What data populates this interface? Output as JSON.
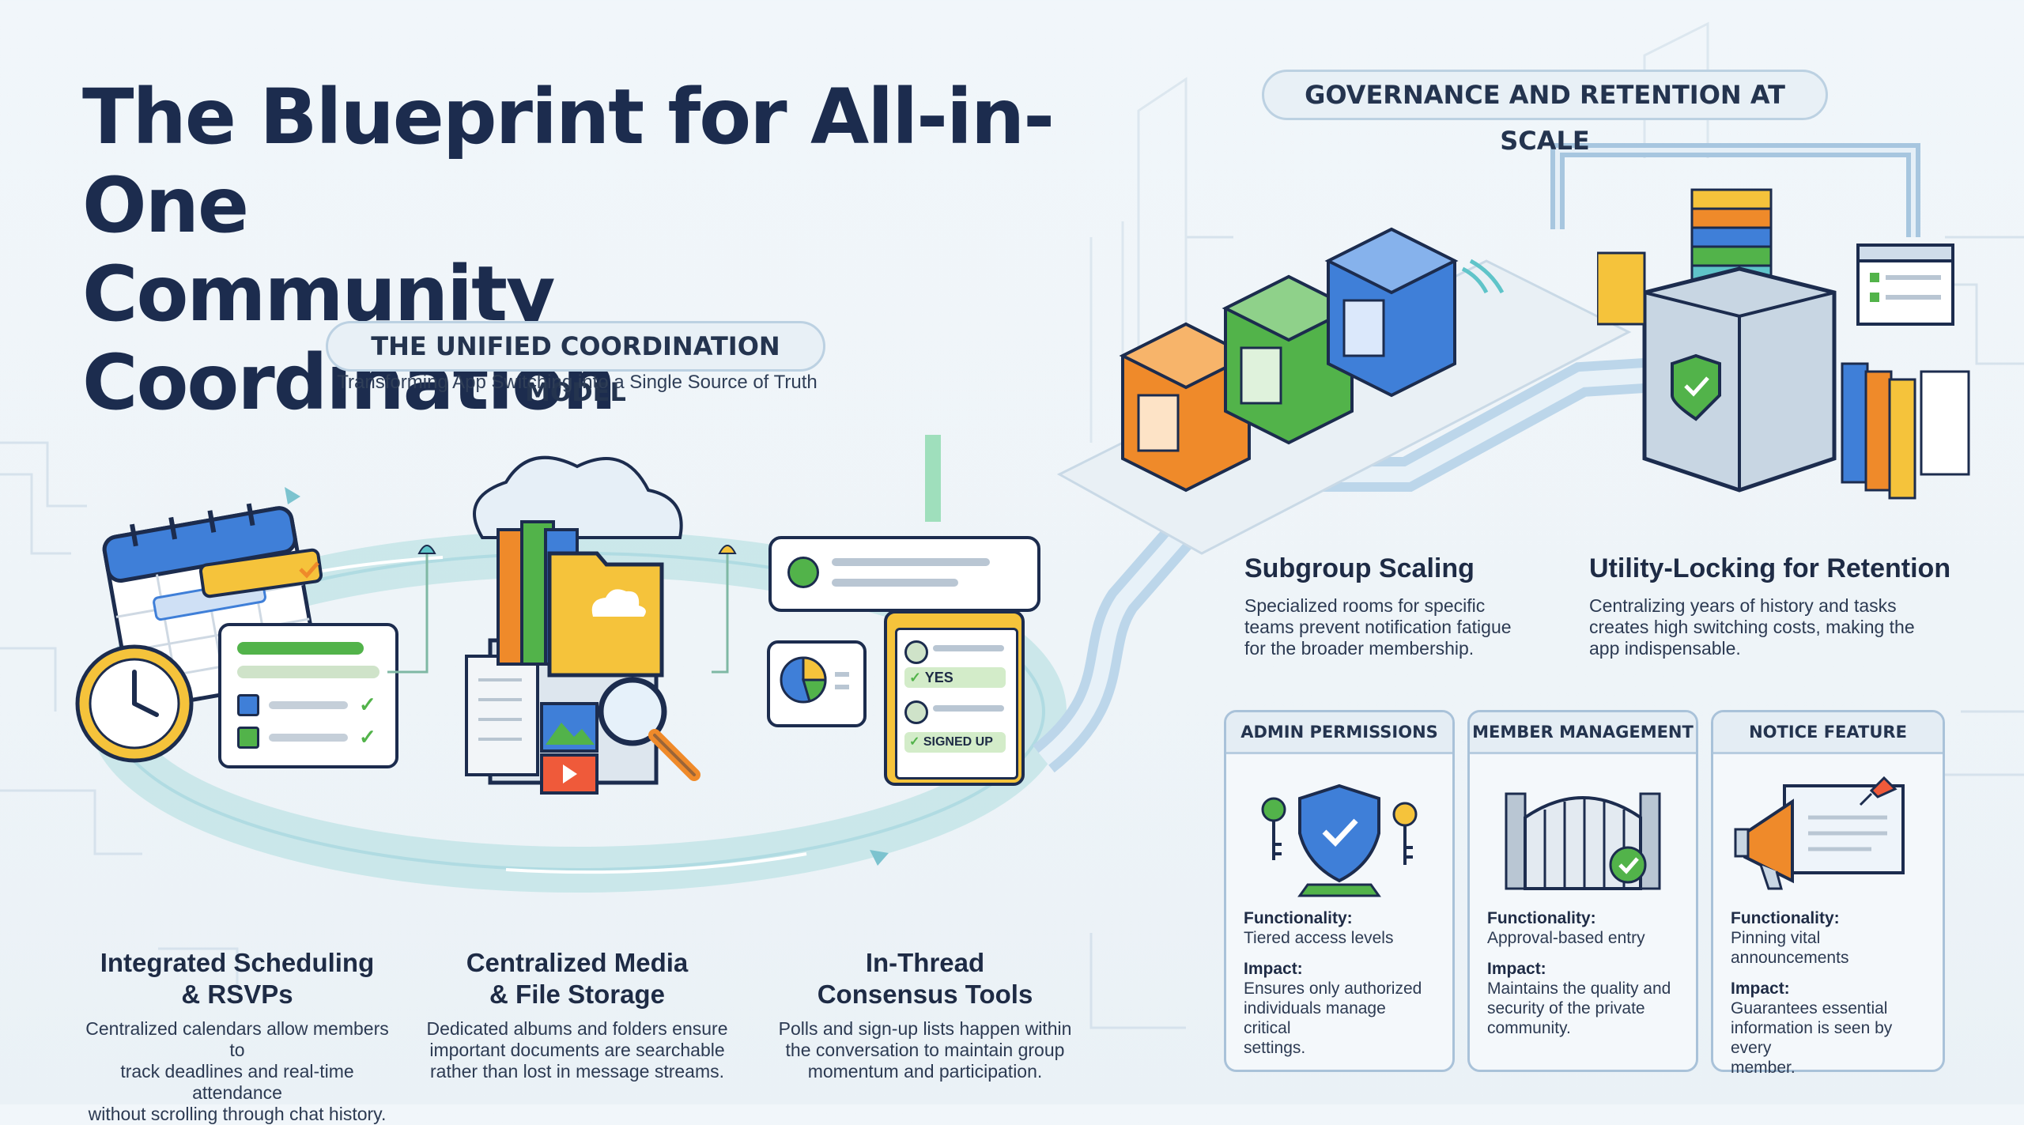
{
  "title": {
    "line1": "The Blueprint for All-in-One",
    "line2": "Community Coordination"
  },
  "unified": {
    "heading": "THE UNIFIED COORDINATION MODEL",
    "subtitle": "Transforming App Switching into a Single Source of Truth"
  },
  "poll_labels": {
    "yes": "YES",
    "signed_up": "SIGNED UP"
  },
  "features": [
    {
      "title_l1": "Integrated Scheduling",
      "title_l2": "& RSVPs",
      "desc": [
        "Centralized calendars allow members to",
        "track deadlines and real-time attendance",
        "without scrolling through chat history."
      ]
    },
    {
      "title_l1": "Centralized Media",
      "title_l2": "& File Storage",
      "desc": [
        "Dedicated albums and folders ensure",
        "important documents are searchable",
        "rather than lost in message streams."
      ]
    },
    {
      "title_l1": "In-Thread",
      "title_l2": "Consensus Tools",
      "desc": [
        "Polls and sign-up lists happen within",
        "the conversation to maintain group",
        "momentum and participation."
      ]
    }
  ],
  "governance": {
    "heading": "GOVERNANCE AND RETENTION AT SCALE",
    "subgroup": {
      "title": "Subgroup Scaling",
      "desc": [
        "Specialized rooms for specific",
        "teams prevent notification fatigue",
        "for the broader membership."
      ]
    },
    "utility": {
      "title": "Utility-Locking for Retention",
      "desc": [
        "Centralizing years of history and tasks",
        "creates high switching costs, making the",
        "app indispensable."
      ]
    },
    "cards": [
      {
        "head": "ADMIN PERMISSIONS",
        "func_label": "Functionality:",
        "func": [
          "Tiered access levels"
        ],
        "impact_label": "Impact:",
        "impact": [
          "Ensures only authorized",
          "individuals manage critical",
          "settings."
        ],
        "icon": "shield-keys-icon"
      },
      {
        "head": "MEMBER MANAGEMENT",
        "func_label": "Functionality:",
        "func": [
          "Approval-based entry"
        ],
        "impact_label": "Impact:",
        "impact": [
          "Maintains the quality and",
          "security of the private",
          "community."
        ],
        "icon": "gate-icon"
      },
      {
        "head": "NOTICE FEATURE",
        "func_label": "Functionality:",
        "func": [
          "Pinning vital announcements"
        ],
        "impact_label": "Impact:",
        "impact": [
          "Guarantees essential",
          "information is seen by every",
          "member."
        ],
        "icon": "megaphone-icon"
      }
    ]
  },
  "colors": {
    "navy": "#1c2c4e",
    "blue": "#3f7fd8",
    "green": "#52b34a",
    "orange": "#ef8a2a",
    "yellow": "#f5c33b",
    "teal": "#5fc4c9"
  }
}
